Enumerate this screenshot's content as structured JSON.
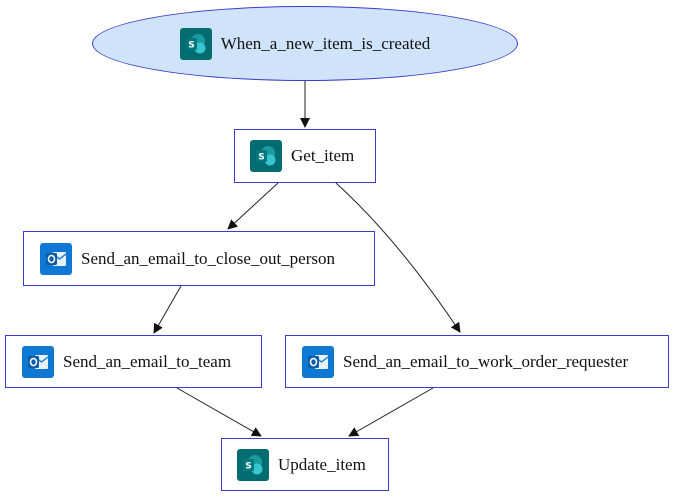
{
  "colors": {
    "node_border": "#3c3ccf",
    "trigger_fill": "#cfe4fb",
    "sharepoint_icon_bg": "#036c70",
    "outlook_icon_bg": "#0f78d4",
    "edge": "#222222"
  },
  "nodes": {
    "trigger": {
      "label": "When_a_new_item_is_created",
      "icon": "sharepoint-icon"
    },
    "get_item": {
      "label": "Get_item",
      "icon": "sharepoint-icon"
    },
    "email_close_out": {
      "label": "Send_an_email_to_close_out_person",
      "icon": "outlook-icon"
    },
    "email_team": {
      "label": "Send_an_email_to_team",
      "icon": "outlook-icon"
    },
    "email_requester": {
      "label": "Send_an_email_to_work_order_requester",
      "icon": "outlook-icon"
    },
    "update_item": {
      "label": "Update_item",
      "icon": "sharepoint-icon"
    }
  },
  "edges": [
    {
      "from": "trigger",
      "to": "get_item"
    },
    {
      "from": "get_item",
      "to": "email_close_out"
    },
    {
      "from": "get_item",
      "to": "email_requester"
    },
    {
      "from": "email_close_out",
      "to": "email_team"
    },
    {
      "from": "email_team",
      "to": "update_item"
    },
    {
      "from": "email_requester",
      "to": "update_item"
    }
  ]
}
